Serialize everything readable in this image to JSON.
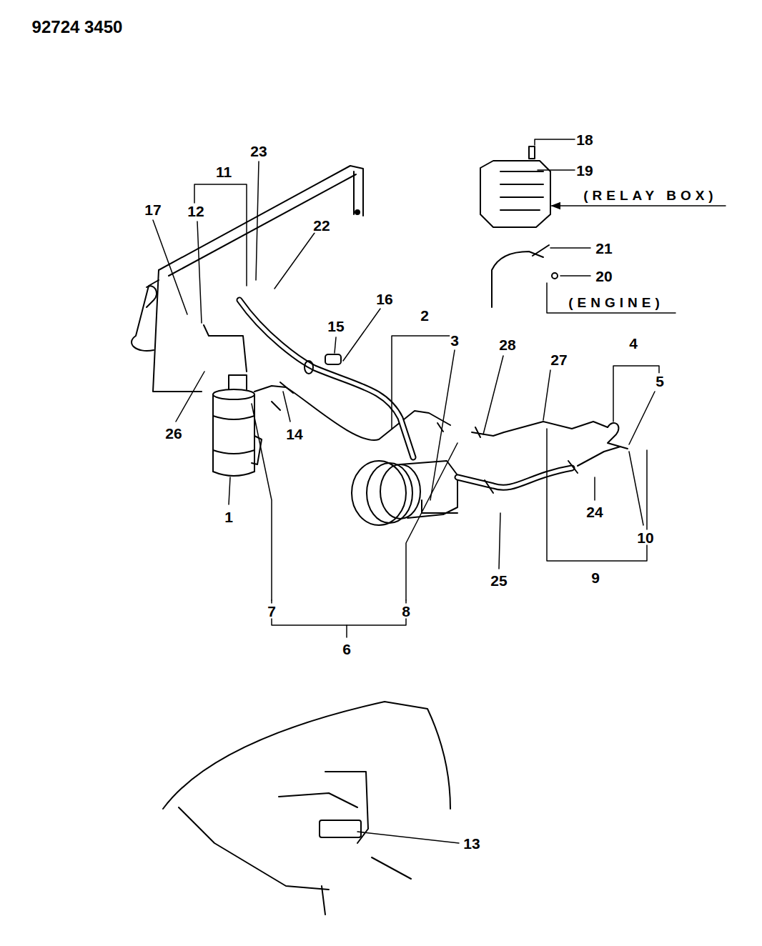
{
  "diagram": {
    "labels": [
      "92724 3450",
      "18",
      "19",
      "(RELAY BOX)",
      "21",
      "20",
      "(ENGINE)",
      "23",
      "11",
      "22",
      "17",
      "12",
      "16",
      "15",
      "2",
      "3",
      "28",
      "27",
      "4",
      "5",
      "26",
      "14",
      "1",
      "24",
      "10",
      "25",
      "9",
      "7",
      "8",
      "6",
      "13"
    ]
  }
}
